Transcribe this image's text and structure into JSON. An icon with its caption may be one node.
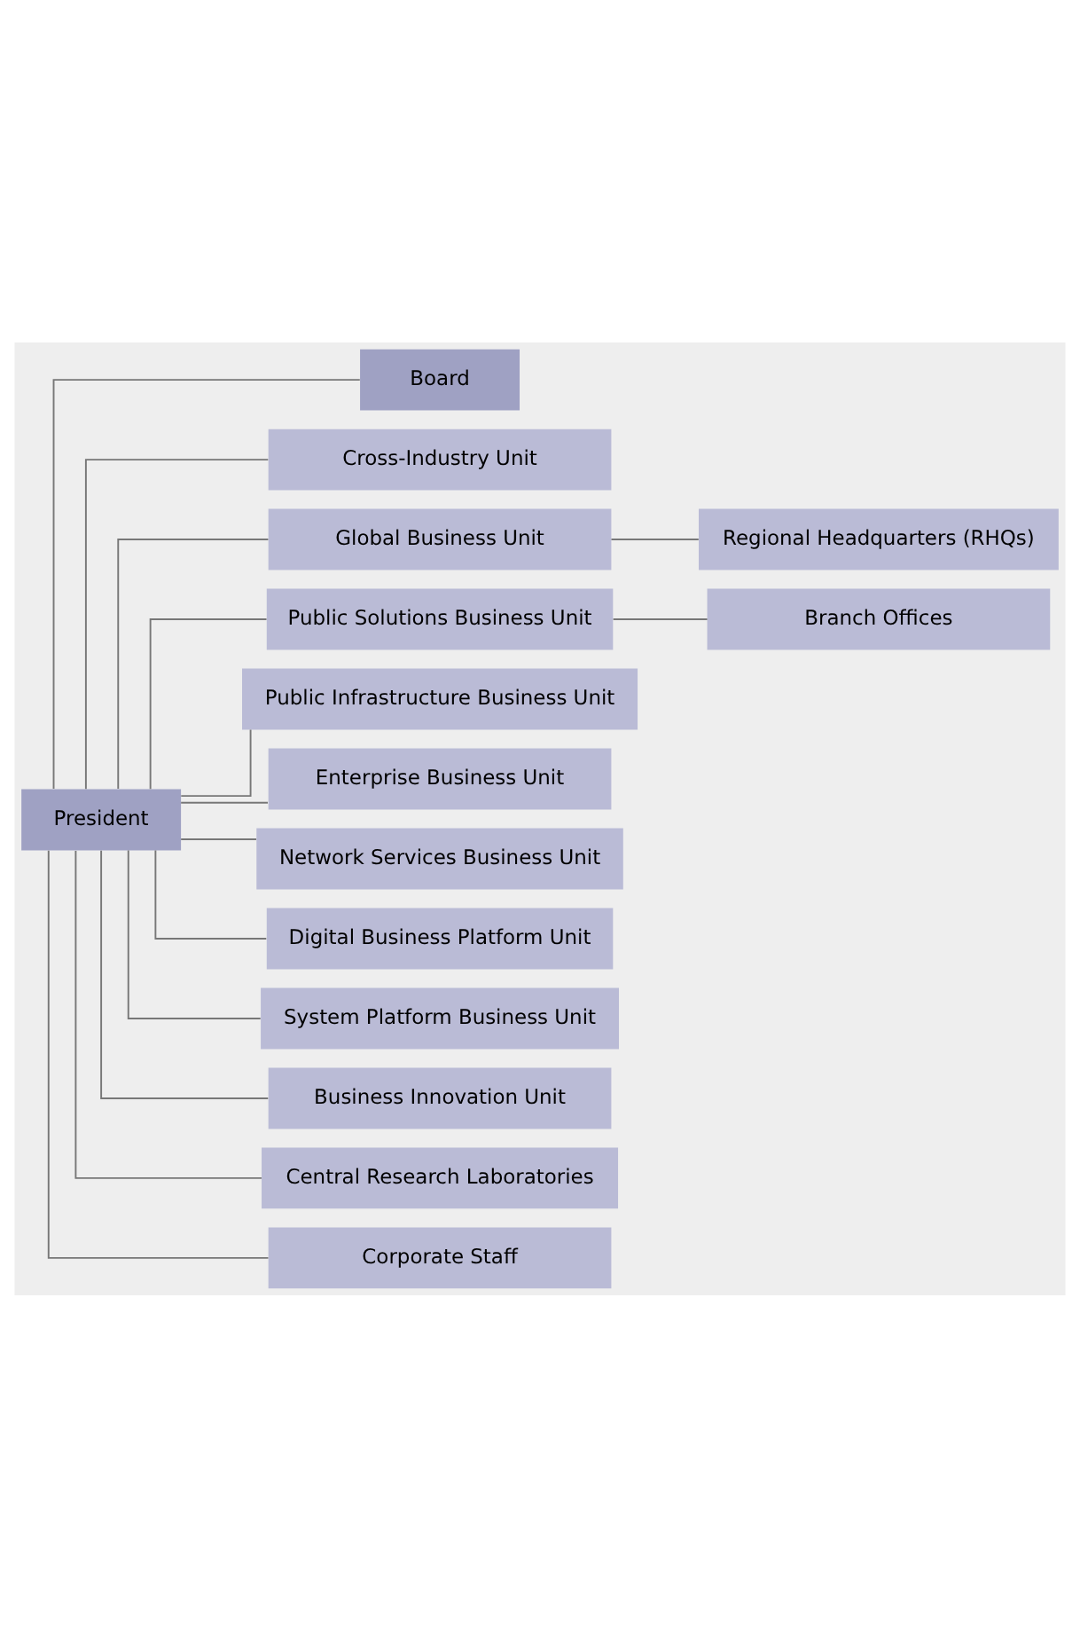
{
  "diagram": {
    "nodes": [
      {
        "text": [
          "President"
        ]
      },
      {
        "text": [
          "Board"
        ]
      },
      {
        "text": [
          "Cross-Industry Unit"
        ]
      },
      {
        "text": [
          "Global Business Unit"
        ]
      },
      {
        "text": [
          "Regional Headquarters (RHQs)"
        ]
      },
      {
        "text": [
          "Public Solutions Business Unit"
        ]
      },
      {
        "text": [
          "Branch Offices"
        ]
      },
      {
        "text": [
          "Public Infrastructure Business Unit"
        ]
      },
      {
        "text": [
          "Enterprise Business Unit"
        ]
      },
      {
        "text": [
          "Network Services Business Unit"
        ]
      },
      {
        "text": [
          "Digital Business Platform Unit"
        ]
      },
      {
        "text": [
          "System Platform Business Unit"
        ]
      },
      {
        "text": [
          "Business Innovation Unit"
        ]
      },
      {
        "text": [
          "Central Research Laboratories"
        ]
      },
      {
        "text": [
          "Corporate Staff"
        ]
      }
    ],
    "edges": [
      {
        "from": 0,
        "to": 1,
        "arrow": "none"
      },
      {
        "from": 0,
        "to": 2,
        "arrow": "none"
      },
      {
        "from": 0,
        "to": 3,
        "arrow": "none"
      },
      {
        "from": 3,
        "to": 4,
        "arrow": "none"
      },
      {
        "from": 0,
        "to": 5,
        "arrow": "none"
      },
      {
        "from": 5,
        "to": 6,
        "arrow": "none"
      },
      {
        "from": 0,
        "to": 7,
        "arrow": "none"
      },
      {
        "from": 0,
        "to": 8,
        "arrow": "none"
      },
      {
        "from": 0,
        "to": 9,
        "arrow": "none"
      },
      {
        "from": 0,
        "to": 10,
        "arrow": "none"
      },
      {
        "from": 0,
        "to": 11,
        "arrow": "none"
      },
      {
        "from": 0,
        "to": 12,
        "arrow": "none"
      },
      {
        "from": 0,
        "to": 13,
        "arrow": "none"
      },
      {
        "from": 0,
        "to": 14,
        "arrow": "none"
      }
    ]
  }
}
